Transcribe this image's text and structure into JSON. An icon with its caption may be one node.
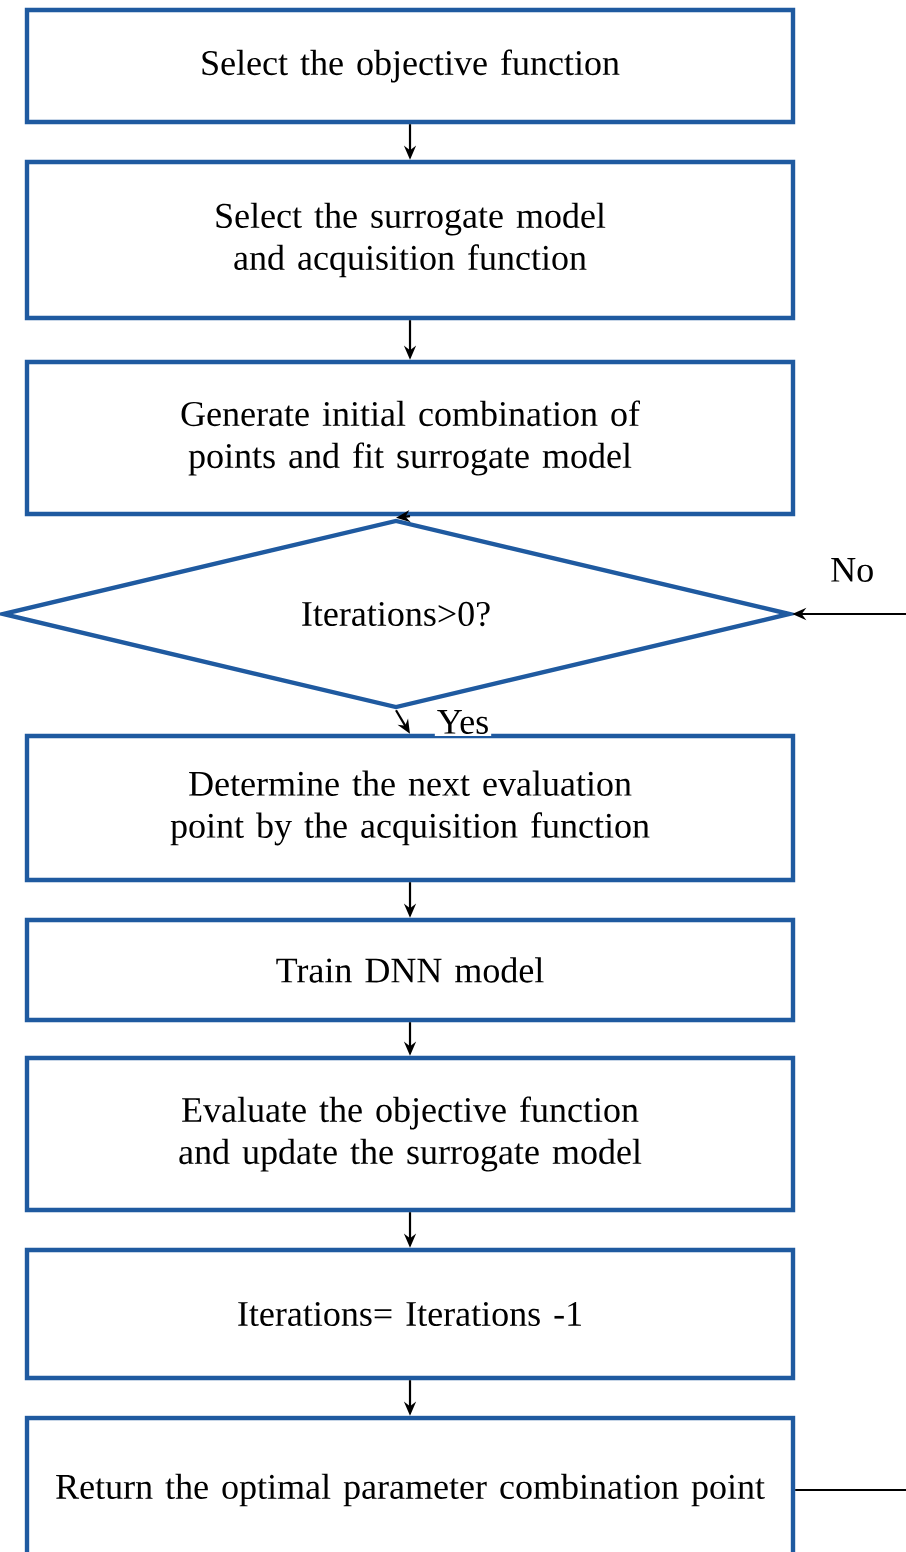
{
  "diagram": {
    "nodes": [
      {
        "text": [
          "Select the objective function"
        ]
      },
      {
        "text": [
          "Select the surrogate model and acquisition function"
        ]
      },
      {
        "text": [
          "Generate initial combination of points and fit surrogate model"
        ]
      },
      {
        "text": [
          "Iterations>0?"
        ]
      },
      {
        "text": [
          "Determine the next evaluation point by the acquisition function"
        ]
      },
      {
        "text": [
          "Train DNN model"
        ]
      },
      {
        "text": [
          "Evaluate the objective function and update the surrogate model"
        ]
      },
      {
        "text": [
          "Iterations= Iterations -1"
        ]
      },
      {
        "text": [
          "Return the optimal parameter combination point"
        ]
      }
    ],
    "edges": [
      {
        "from": 0,
        "to": 1,
        "arrow": "to"
      },
      {
        "from": 1,
        "to": 2,
        "arrow": "to"
      },
      {
        "from": 2,
        "to": 3,
        "arrow": "to"
      },
      {
        "from": 3,
        "to": 4,
        "arrow": "to",
        "label": "Yes"
      },
      {
        "from": 4,
        "to": 5,
        "arrow": "to"
      },
      {
        "from": 5,
        "to": 6,
        "arrow": "to"
      },
      {
        "from": 6,
        "to": 7,
        "arrow": "to"
      },
      {
        "from": 7,
        "to": 8,
        "arrow": "to"
      },
      {
        "from": null,
        "to": 3,
        "arrow": "to",
        "label": "No"
      },
      {
        "from": 8,
        "to": null,
        "arrow": "none"
      }
    ]
  }
}
